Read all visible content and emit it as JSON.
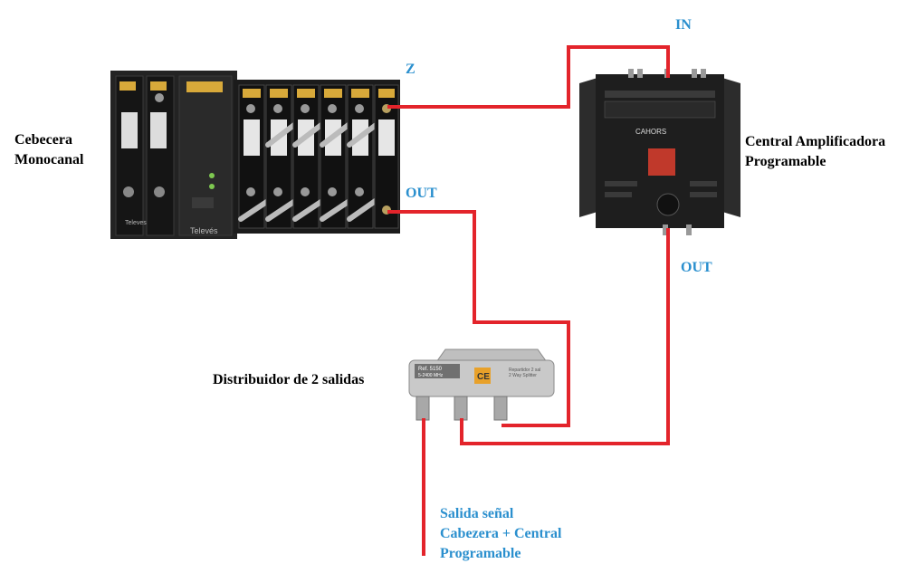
{
  "labels": {
    "cabecera_line1": "Cebecera",
    "cabecera_line2": "Monocanal",
    "central_line1": "Central Amplificadora",
    "central_line2": "Programable",
    "distribuidor": "Distribuidor de 2 salidas",
    "port_z": "Z",
    "port_in": "IN",
    "port_out_head": "OUT",
    "port_out_central": "OUT",
    "salida_line1": "Salida señal",
    "salida_line2": "Cabezera + Central",
    "salida_line3": "Programable"
  },
  "device_text": {
    "head_brand_left": "Televes",
    "head_brand_center": "Televés",
    "amp_brand": "CAHORS",
    "splitter_ref": "Ref. 5150",
    "splitter_freq": "5-2400 MHz",
    "splitter_name1": "Repartidor 2 sal",
    "splitter_name2": "2 Way Splitter",
    "splitter_ce": "CE"
  },
  "colors": {
    "cable": "#e3242b",
    "port_label": "#2a8fce",
    "device_dark": "#1e1e1e",
    "module_yellow": "#d8a93a"
  }
}
